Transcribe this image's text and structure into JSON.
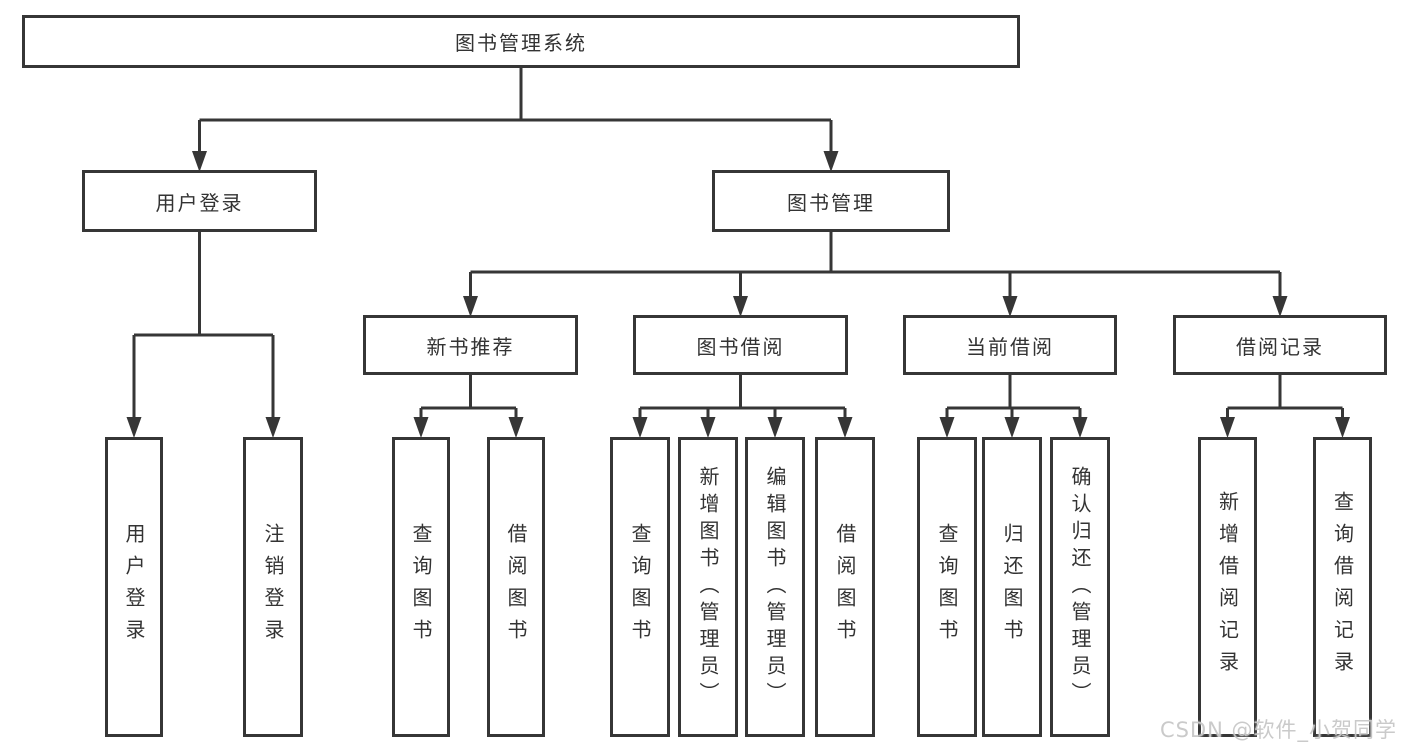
{
  "tree": {
    "root": "图书管理系统",
    "children": [
      {
        "label": "用户登录",
        "children": [
          "用户登录",
          "注销登录"
        ]
      },
      {
        "label": "图书管理",
        "children": [
          {
            "label": "新书推荐",
            "children": [
              "查询图书",
              "借阅图书"
            ]
          },
          {
            "label": "图书借阅",
            "children": [
              "查询图书",
              "新增图书（管理员）",
              "编辑图书（管理员）",
              "借阅图书"
            ]
          },
          {
            "label": "当前借阅",
            "children": [
              "查询图书",
              "归还图书",
              "确认归还（管理员）"
            ]
          },
          {
            "label": "借阅记录",
            "children": [
              "新增借阅记录",
              "查询借阅记录"
            ]
          }
        ]
      }
    ]
  },
  "watermark": {
    "text": "CSDN @软件_小贺同学"
  },
  "colors": {
    "line": "#363636",
    "box_border": "#363636",
    "text": "#333333",
    "background": "#ffffff",
    "watermark": "#c5c5c5"
  }
}
